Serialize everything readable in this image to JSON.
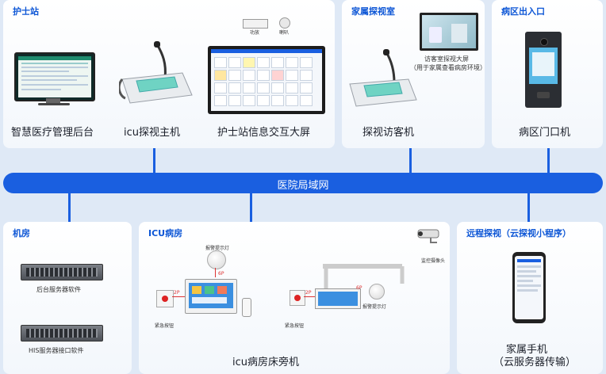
{
  "bus": {
    "label": "医院局域网"
  },
  "nurse_station": {
    "title": "护士站",
    "items": [
      {
        "label": "智慧医疗管理后台"
      },
      {
        "label": "icu探视主机"
      },
      {
        "label": "护士站信息交互大屏"
      }
    ],
    "device_labels": {
      "amp": "功放",
      "speaker": "喇叭"
    }
  },
  "family_room": {
    "title": "家属探视室",
    "screen_note_line1": "访客室探视大屏",
    "screen_note_line2": "（用于家属查看病房环境）",
    "item_label": "探视访客机"
  },
  "ward_entrance": {
    "title": "病区出入口",
    "item_label": "病区门口机"
  },
  "machine_room": {
    "title": "机房",
    "items": [
      {
        "label": "后台服务器软件"
      },
      {
        "label": "HIS服务器接口软件"
      }
    ]
  },
  "icu_ward": {
    "title": "ICU病房",
    "labels": {
      "alarm_light_1": "报警提示灯",
      "alarm_light_2": "报警提示灯",
      "emergency_1": "紧急按钮",
      "emergency_2": "紧急按钮",
      "camera": "监控摄像头",
      "bedside": "icu病房床旁机"
    },
    "wire_labels": {
      "w1": "2P",
      "w2": "6P",
      "w3": "2P",
      "w4": "6P"
    }
  },
  "remote_visit": {
    "title": "远程探视（云探视小程序）",
    "caption_line1": "家属手机",
    "caption_line2": "（云服务器传输）"
  },
  "colors": {
    "accent": "#1a5fe0",
    "title": "#0d56d6",
    "background": "#dfe9f6"
  }
}
